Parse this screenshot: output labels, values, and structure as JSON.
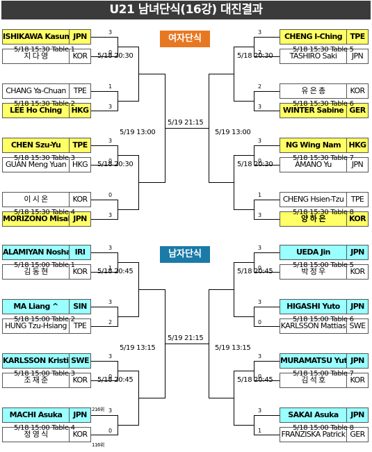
{
  "title": "U21 남녀단식(16강) 대진결과",
  "sections": {
    "women": {
      "label": "여자단식",
      "color": "#e87722"
    },
    "men": {
      "label": "남자단식",
      "color": "#1a7aa8"
    }
  },
  "women": {
    "left": [
      {
        "name": "ISHIKAWA Kasumi",
        "country": "JPN",
        "score": "3",
        "win": true
      },
      {
        "name": "지 다 영",
        "country": "KOR",
        "score": "0",
        "win": false
      },
      {
        "name": "CHANG Ya-Chuan",
        "country": "TPE",
        "score": "1",
        "win": false
      },
      {
        "name": "LEE  Ho  Ching",
        "country": "HKG",
        "score": "3",
        "win": true
      },
      {
        "name": "CHEN  Szu-Yu",
        "country": "TPE",
        "score": "3",
        "win": true
      },
      {
        "name": "GUAN Meng Yuan",
        "country": "HKG",
        "score": "0",
        "win": false
      },
      {
        "name": "이 시 온",
        "country": "KOR",
        "score": "0",
        "win": false
      },
      {
        "name": "MORIZONO Misaki",
        "country": "JPN",
        "score": "3",
        "win": true
      }
    ],
    "right": [
      {
        "name": "CHENG  I-Ching",
        "country": "TPE",
        "score": "3",
        "win": true
      },
      {
        "name": "TASHIRO  Saki",
        "country": "JPN",
        "score": "2",
        "win": false
      },
      {
        "name": "유 은 총",
        "country": "KOR",
        "score": "2",
        "win": false
      },
      {
        "name": "WINTER  Sabine",
        "country": "GER",
        "score": "3",
        "win": true
      },
      {
        "name": "NG Wing Nam",
        "country": "HKG",
        "score": "3",
        "win": true
      },
      {
        "name": "AMANO  Yu",
        "country": "JPN",
        "score": "0",
        "win": false
      },
      {
        "name": "CHENG  Hsien-Tzu",
        "country": "TPE",
        "score": "1",
        "win": false
      },
      {
        "name": "양 하 은",
        "country": "KOR",
        "score": "3",
        "win": true
      }
    ],
    "left_matches": [
      "5/18  15:30  Table  1",
      "5/18  15:30  Table  2",
      "5/18  15:30  Table  3",
      "5/18  15:30  Table  4"
    ],
    "right_matches": [
      "5/18  15:30  Table  5",
      "5/18  15:30  Table  6",
      "5/18  15:30  Table  7",
      "5/18  15:30  Table  8"
    ],
    "qf_left": [
      "5/18  20:30",
      "5/18  20:30"
    ],
    "qf_right": [
      "5/18  20:30",
      "5/18  20:30"
    ],
    "sf_left": "5/19  13:00",
    "sf_right": "5/19  13:00",
    "final": "5/19  21:15"
  },
  "men": {
    "left": [
      {
        "name": "ALAMIYAN  Noshad",
        "country": "IRI",
        "score": "3",
        "win": true
      },
      {
        "name": "김 동 현",
        "country": "KOR",
        "score": "1",
        "win": false
      },
      {
        "name": "MA  Liang  ^",
        "country": "SIN",
        "score": "3",
        "win": true
      },
      {
        "name": "HUNG Tzu-Hsiang",
        "country": "TPE",
        "score": "2",
        "win": false
      },
      {
        "name": "KARLSSON Kristian",
        "country": "SWE",
        "score": "3",
        "win": true
      },
      {
        "name": "조 재 준",
        "country": "KOR",
        "score": "0",
        "win": false
      },
      {
        "name": "MACHI  Asuka",
        "country": "JPN",
        "score": "3",
        "win": true
      },
      {
        "name": "정 영 식",
        "country": "KOR",
        "score": "0",
        "win": false
      }
    ],
    "right": [
      {
        "name": "UEDA  Jin",
        "country": "JPN",
        "score": "3",
        "win": true
      },
      {
        "name": "박 정 우",
        "country": "KOR",
        "score": "0",
        "win": false
      },
      {
        "name": "HIGASHI  Yuto",
        "country": "JPN",
        "score": "3",
        "win": true
      },
      {
        "name": "KARLSSON  Mattias",
        "country": "SWE",
        "score": "0",
        "win": false
      },
      {
        "name": "MURAMATSU Yuto",
        "country": "JPN",
        "score": "3",
        "win": true
      },
      {
        "name": "김 석 호",
        "country": "KOR",
        "score": "0",
        "win": false
      },
      {
        "name": "SAKAI  Asuka",
        "country": "JPN",
        "score": "3",
        "win": true
      },
      {
        "name": "FRANZISKA  Patrick",
        "country": "GER",
        "score": "1",
        "win": false
      }
    ],
    "left_matches": [
      "5/18  15:00  Table  1",
      "5/18  15:00  Table  2",
      "5/18  15:00  Table  3",
      "5/18  15:00  Table  4"
    ],
    "right_matches": [
      "5/18  15:00  Table  5",
      "5/18  15:00  Table  6",
      "5/18  15:00  Table  7",
      "5/18  15:00  Table  8"
    ],
    "qf_left": [
      "5/18  20:45",
      "5/18  20:45"
    ],
    "qf_right": [
      "5/18  20:45",
      "5/18  20:45"
    ],
    "sf_left": "5/19  13:15",
    "sf_right": "5/19  13:15",
    "final": "5/19  21:15",
    "rank_notes": [
      "216위",
      "116위"
    ]
  }
}
